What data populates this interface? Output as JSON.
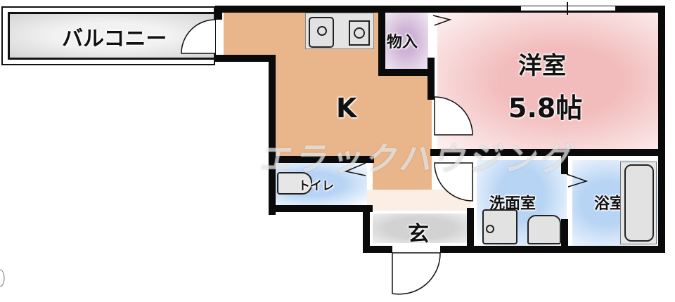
{
  "floor_plan": {
    "rooms": {
      "balcony": {
        "label": "バルコニー",
        "color": "#e6e6e6"
      },
      "kitchen": {
        "label": "K",
        "color": "#e8b48a"
      },
      "storage": {
        "label": "物入",
        "color": "#d8c0dc"
      },
      "western_room": {
        "label": "洋室",
        "size": "5.8帖",
        "color": "#f2c4c4"
      },
      "toilet": {
        "label": "トイレ",
        "color": "#bcd8f4"
      },
      "entrance": {
        "label": "玄",
        "color": "#d0d0d0"
      },
      "washroom": {
        "label": "洗面室",
        "color": "#c4ddf6"
      },
      "bathroom": {
        "label": "浴室",
        "color": "#c4ddf6"
      }
    },
    "watermark": "エラックハウジング",
    "wall_color": "#0a0a0a"
  }
}
